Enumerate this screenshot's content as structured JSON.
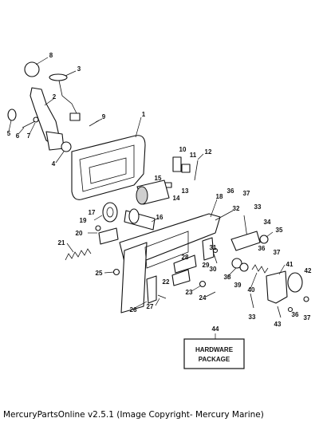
{
  "callouts": [
    {
      "n": "1"
    },
    {
      "n": "2"
    },
    {
      "n": "3"
    },
    {
      "n": "4"
    },
    {
      "n": "5"
    },
    {
      "n": "6"
    },
    {
      "n": "7"
    },
    {
      "n": "8"
    },
    {
      "n": "9"
    },
    {
      "n": "10"
    },
    {
      "n": "11"
    },
    {
      "n": "12"
    },
    {
      "n": "13"
    },
    {
      "n": "14"
    },
    {
      "n": "15"
    },
    {
      "n": "16"
    },
    {
      "n": "17"
    },
    {
      "n": "18"
    },
    {
      "n": "19"
    },
    {
      "n": "20"
    },
    {
      "n": "21"
    },
    {
      "n": "22"
    },
    {
      "n": "23"
    },
    {
      "n": "24"
    },
    {
      "n": "25"
    },
    {
      "n": "26"
    },
    {
      "n": "27"
    },
    {
      "n": "28"
    },
    {
      "n": "29"
    },
    {
      "n": "30"
    },
    {
      "n": "31"
    },
    {
      "n": "32"
    },
    {
      "n": "33"
    },
    {
      "n": "33"
    },
    {
      "n": "34"
    },
    {
      "n": "35"
    },
    {
      "n": "36"
    },
    {
      "n": "36"
    },
    {
      "n": "36"
    },
    {
      "n": "37"
    },
    {
      "n": "37"
    },
    {
      "n": "37"
    },
    {
      "n": "38"
    },
    {
      "n": "39"
    },
    {
      "n": "40"
    },
    {
      "n": "41"
    },
    {
      "n": "42"
    },
    {
      "n": "43"
    },
    {
      "n": "44"
    }
  ],
  "hardware_package": {
    "line1": "HARDWARE",
    "line2": "PACKAGE"
  },
  "footer": "MercuryPartsOnline v2.5.1 (Image Copyright- Mercury Marine)",
  "colors": {
    "ink": "#111111",
    "background": "#ffffff",
    "shade": "#cfcfcf"
  }
}
